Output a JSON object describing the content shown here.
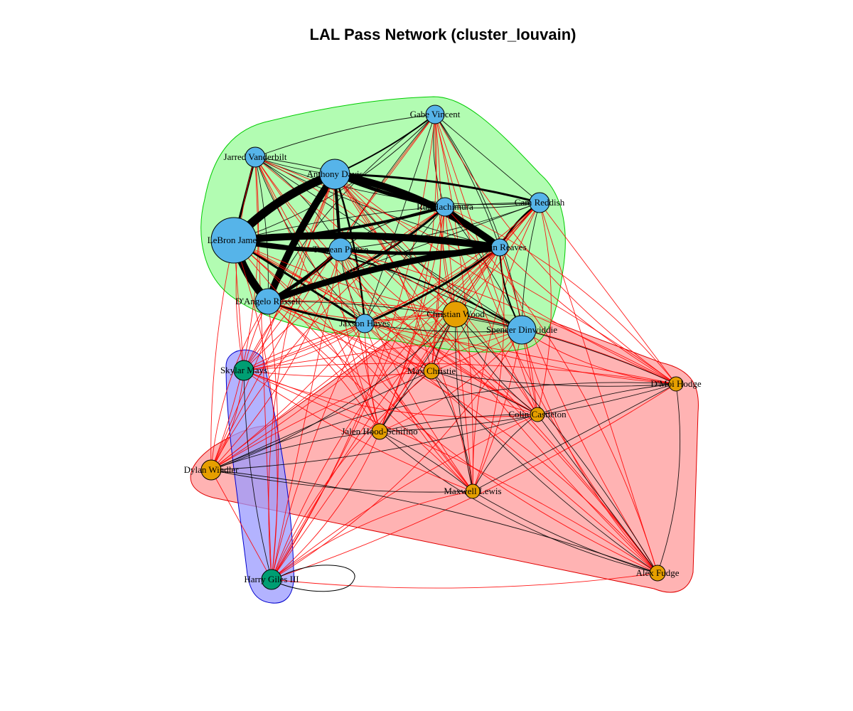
{
  "title": "LAL Pass Network (cluster_louvain)",
  "colors": {
    "blue_node": "#56B4E9",
    "orange_node": "#E69F00",
    "green_node": "#009E73",
    "cluster_green_fill": "#98FB98",
    "cluster_green_stroke": "#00CC00",
    "cluster_red_fill": "#FF9A9A",
    "cluster_red_stroke": "#E00000",
    "cluster_blue_fill": "#9A9AFF",
    "cluster_blue_stroke": "#0000CC",
    "edge_within": "#000000",
    "edge_between": "#FF0000"
  },
  "communities": [
    {
      "name": "green",
      "members": [
        "Gabe Vincent",
        "Jarred Vanderbilt",
        "Anthony Davis",
        "Rui Hachimura",
        "Cam Reddish",
        "LeBron James",
        "Taurean Prince",
        "Austin Reaves",
        "D'Angelo Russell",
        "Jaxson Hayes",
        "Spencer Dinwiddie"
      ]
    },
    {
      "name": "red",
      "members": [
        "Christian Wood",
        "Max Christie",
        "D'Moi Hodge",
        "Colin Castleton",
        "Jalen Hood-Schifino",
        "Dylan Windler",
        "Maxwell Lewis",
        "Alex Fudge"
      ]
    },
    {
      "name": "blue",
      "members": [
        "Skylar Mays",
        "Harry Giles III"
      ]
    }
  ],
  "nodes": [
    {
      "label": "Gabe Vincent",
      "group": "blue"
    },
    {
      "label": "Jarred Vanderbilt",
      "group": "blue"
    },
    {
      "label": "Anthony Davis",
      "group": "blue"
    },
    {
      "label": "Rui Hachimura",
      "group": "blue"
    },
    {
      "label": "Cam Reddish",
      "group": "blue"
    },
    {
      "label": "LeBron James",
      "group": "blue"
    },
    {
      "label": "Taurean Prince",
      "group": "blue"
    },
    {
      "label": "Austin Reaves",
      "group": "blue"
    },
    {
      "label": "D'Angelo Russell",
      "group": "blue"
    },
    {
      "label": "Jaxson Hayes",
      "group": "blue"
    },
    {
      "label": "Spencer Dinwiddie",
      "group": "blue"
    },
    {
      "label": "Christian Wood",
      "group": "orange"
    },
    {
      "label": "Max Christie",
      "group": "orange"
    },
    {
      "label": "D'Moi Hodge",
      "group": "orange"
    },
    {
      "label": "Colin Castleton",
      "group": "orange"
    },
    {
      "label": "Jalen Hood-Schifino",
      "group": "orange"
    },
    {
      "label": "Dylan Windler",
      "group": "orange"
    },
    {
      "label": "Maxwell Lewis",
      "group": "orange"
    },
    {
      "label": "Alex Fudge",
      "group": "orange"
    },
    {
      "label": "Skylar Mays",
      "group": "green"
    },
    {
      "label": "Harry Giles III",
      "group": "green"
    }
  ],
  "self_loops": [
    "Harry Giles III"
  ]
}
